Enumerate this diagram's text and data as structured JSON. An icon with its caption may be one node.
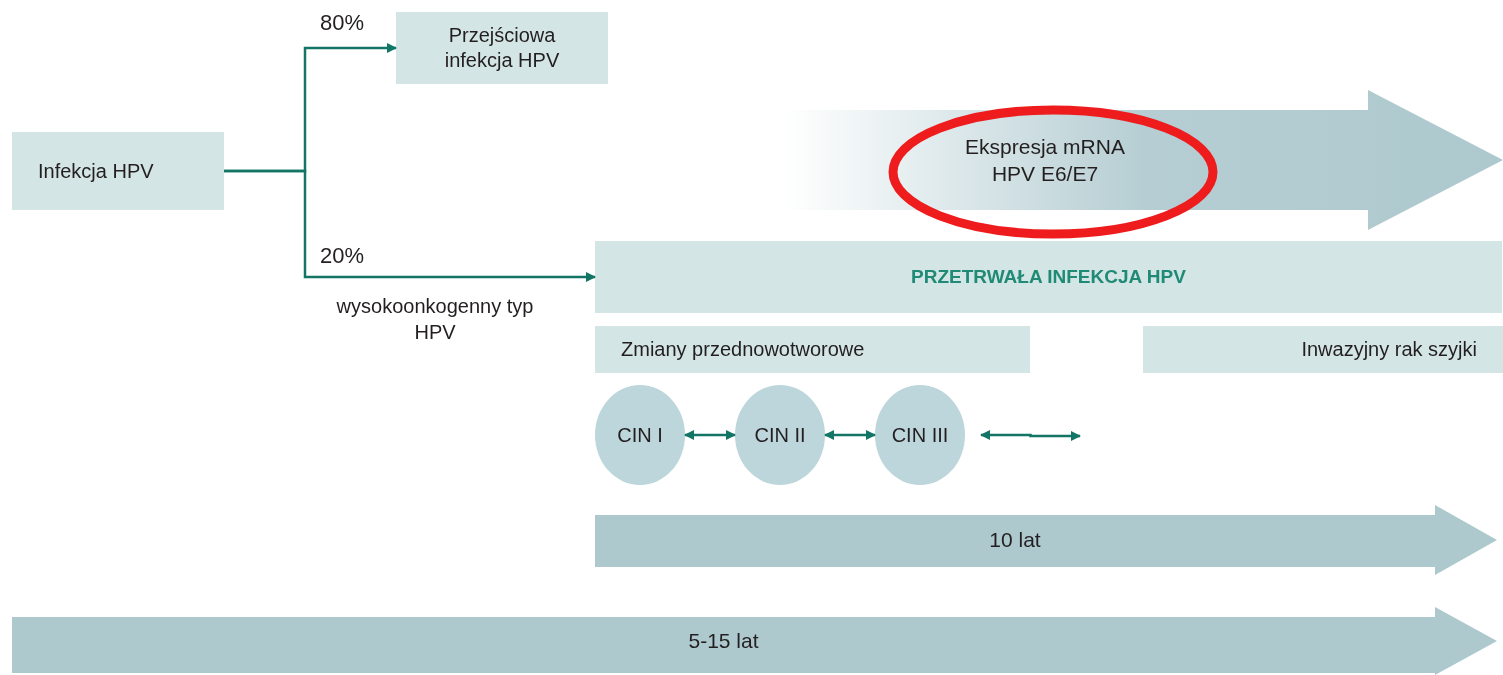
{
  "diagram": {
    "nodes": [
      {
        "text": [
          "Infekcja HPV"
        ]
      },
      {
        "text": [
          "Przejściowa infekcja HPV"
        ]
      },
      {
        "text": [
          "PRZETRWAŁA INFEKCJA HPV"
        ]
      },
      {
        "text": [
          "Zmiany przednowotworowe"
        ]
      },
      {
        "text": [
          "Inwazyjny rak szyjki"
        ]
      },
      {
        "text": [
          "CIN I"
        ]
      },
      {
        "text": [
          "CIN II"
        ]
      },
      {
        "text": [
          "CIN III"
        ]
      },
      {
        "text": [
          "Ekspresja mRNA HPV E6/E7"
        ]
      },
      {
        "text": [
          "10 lat"
        ]
      },
      {
        "text": [
          "5-15 lat"
        ]
      }
    ],
    "edges": [
      {
        "from": 0,
        "to": 1,
        "arrow": "to",
        "label": "80%"
      },
      {
        "from": 0,
        "to": 2,
        "arrow": "to",
        "label": "20%"
      },
      {
        "from": 5,
        "to": 6,
        "arrow": "both"
      },
      {
        "from": 6,
        "to": 7,
        "arrow": "both"
      },
      {
        "from": 7,
        "to": null,
        "arrow": "both"
      }
    ],
    "labels": [
      "wysokoonkogenny typ HPV"
    ]
  }
}
